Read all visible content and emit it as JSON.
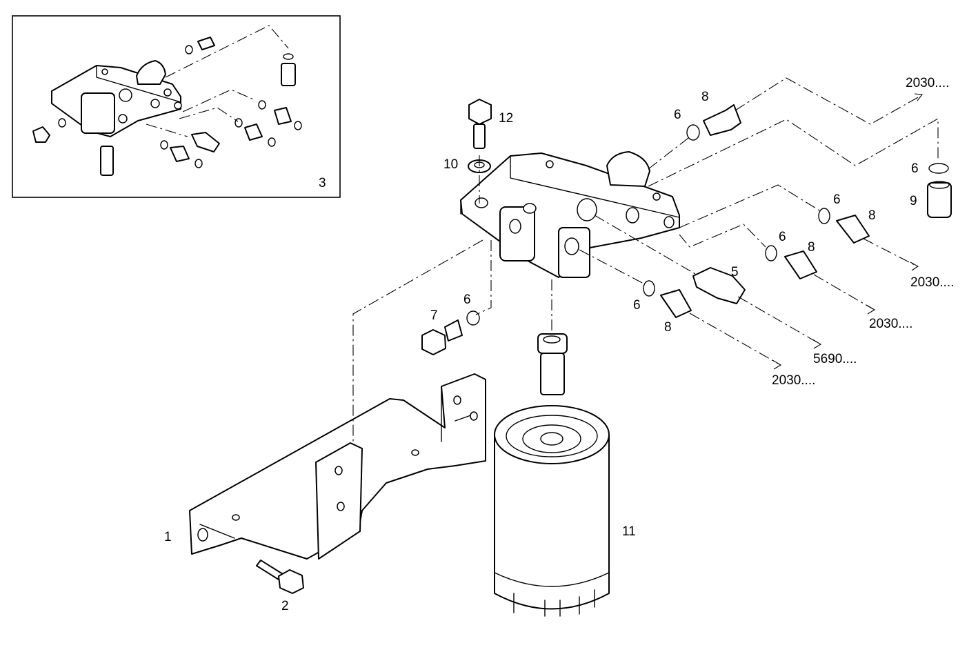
{
  "callouts": {
    "c1": "1",
    "c2": "2",
    "c3": "3",
    "c5": "5",
    "c6a": "6",
    "c6b": "6",
    "c6c": "6",
    "c6d": "6",
    "c6e": "6",
    "c6f": "6",
    "c7": "7",
    "c8a": "8",
    "c8b": "8",
    "c8c": "8",
    "c8d": "8",
    "c9": "9",
    "c10": "10",
    "c11": "11",
    "c12": "12"
  },
  "references": {
    "r1": "2030....",
    "r2": "2030....",
    "r3": "2030....",
    "r4": "5690....",
    "r5": "2030...."
  }
}
